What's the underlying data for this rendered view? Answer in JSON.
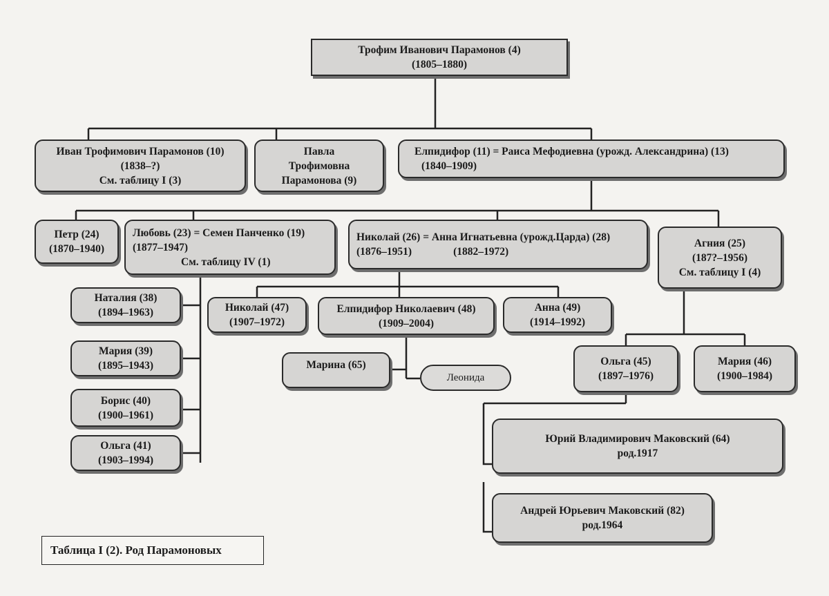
{
  "root": {
    "name": "Трофим Иванович Парамонов (4)",
    "years": "(1805–1880)"
  },
  "gen1": [
    {
      "lines": [
        "Иван  Трофимович Парамонов (10)",
        "(1838–?)",
        "См. таблицу I (3)"
      ]
    },
    {
      "lines": [
        "Павла",
        "Трофимовна",
        "Парамонова (9)"
      ]
    },
    {
      "lines": [
        "Елпидифор (11) = Раиса Мефодиевна (урожд. Александрина) (13)",
        "(1840–1909)"
      ]
    }
  ],
  "gen2": [
    {
      "lines": [
        "Петр (24)",
        "(1870–1940)"
      ]
    },
    {
      "lines": [
        "Любовь (23) = Семен Панченко (19)",
        "(1877–1947)",
        "См. таблицу IV (1)"
      ]
    },
    {
      "lines": [
        "Николай (26) = Анна Игнатьевна (урожд.Царда) (28)",
        "(1876–1951)",
        "(1882–1972)"
      ]
    },
    {
      "lines": [
        "Агния (25)",
        "(187?–1956)",
        "См. таблицу I (4)"
      ]
    }
  ],
  "lubov_children": [
    {
      "name": "Наталия (38)",
      "years": "(1894–1963)"
    },
    {
      "name": "Мария (39)",
      "years": "(1895–1943)"
    },
    {
      "name": "Борис (40)",
      "years": "(1900–1961)"
    },
    {
      "name": "Ольга (41)",
      "years": "(1903–1994)"
    }
  ],
  "nikolai_children": [
    {
      "name": "Николай  (47)",
      "years": "(1907–1972)"
    },
    {
      "name": "Елпидифор Николаевич (48)",
      "years": "(1909–2004)"
    },
    {
      "name": "Анна (49)",
      "years": "(1914–1992)"
    }
  ],
  "elpidifor_children": [
    {
      "name": "Марина (65)"
    },
    {
      "name": "Леонида"
    }
  ],
  "agnia_children": [
    {
      "name": "Ольга (45)",
      "years": "(1897–1976)"
    },
    {
      "name": "Мария (46)",
      "years": "(1900–1984)"
    }
  ],
  "olga_descendants": [
    {
      "name": "Юрий Владимирович Маковский (64)",
      "years": "род.1917"
    },
    {
      "name": "Андрей Юрьевич Маковский (82)",
      "years": "род.1964"
    }
  ],
  "caption": "Таблица I (2). Род Парамоновых"
}
